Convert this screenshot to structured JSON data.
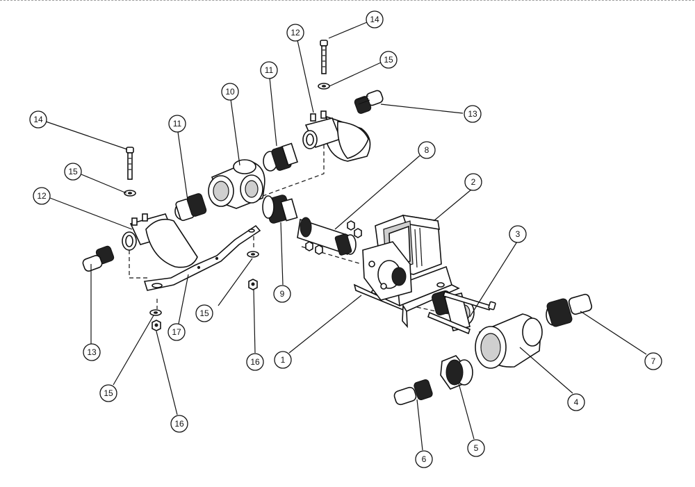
{
  "diagram": {
    "callouts": [
      {
        "id": "c14a",
        "label": "14"
      },
      {
        "id": "c15a",
        "label": "15"
      },
      {
        "id": "c12a",
        "label": "12"
      },
      {
        "id": "c11a",
        "label": "11"
      },
      {
        "id": "c10",
        "label": "10"
      },
      {
        "id": "c13a",
        "label": "13"
      },
      {
        "id": "c14b",
        "label": "14"
      },
      {
        "id": "c15b",
        "label": "15"
      },
      {
        "id": "c11b",
        "label": "11"
      },
      {
        "id": "c12b",
        "label": "12"
      },
      {
        "id": "c8",
        "label": "8"
      },
      {
        "id": "c2",
        "label": "2"
      },
      {
        "id": "c3",
        "label": "3"
      },
      {
        "id": "c13b",
        "label": "13"
      },
      {
        "id": "c17",
        "label": "17"
      },
      {
        "id": "c15c",
        "label": "15"
      },
      {
        "id": "c9",
        "label": "9"
      },
      {
        "id": "c16a",
        "label": "16"
      },
      {
        "id": "c1",
        "label": "1"
      },
      {
        "id": "c7",
        "label": "7"
      },
      {
        "id": "c15d",
        "label": "15"
      },
      {
        "id": "c4",
        "label": "4"
      },
      {
        "id": "c16b",
        "label": "16"
      },
      {
        "id": "c5",
        "label": "5"
      },
      {
        "id": "c6",
        "label": "6"
      }
    ]
  }
}
